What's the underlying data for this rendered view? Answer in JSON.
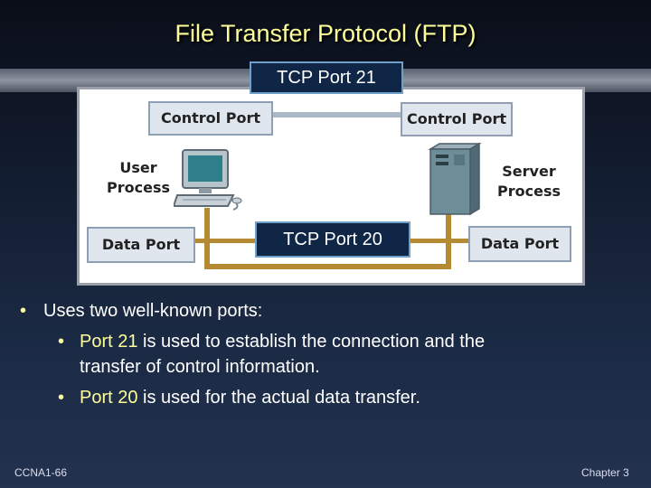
{
  "title": "File Transfer Protocol (FTP)",
  "diagram": {
    "tcp_port_21": "TCP Port 21",
    "tcp_port_20": "TCP Port 20",
    "client": {
      "control_port": "Control Port",
      "process_line1": "User",
      "process_line2": "Process",
      "data_port": "Data Port",
      "icon": "desktop-computer-icon"
    },
    "server": {
      "control_port": "Control Port",
      "process_line1": "Server",
      "process_line2": "Process",
      "data_port": "Data Port",
      "icon": "server-tower-icon"
    }
  },
  "bullets": {
    "main": "Uses two well-known ports:",
    "sub1_port": "Port 21",
    "sub1_text_line1": "is used to establish the connection and the",
    "sub1_text_line2": "transfer of control information.",
    "sub2_port": "Port 20",
    "sub2_text": "is used for the actual data transfer."
  },
  "footer": {
    "left": "CCNA1-66",
    "right": "Chapter 3"
  },
  "colors": {
    "title": "#ffff99",
    "highlight": "#ffff99",
    "network_cable": "#b48a32",
    "tcp_box": "#0f2647"
  }
}
